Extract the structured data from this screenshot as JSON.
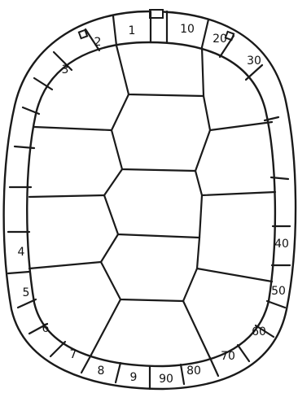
{
  "diagram": {
    "marginal_labels": [
      "1",
      "2",
      "3",
      "4",
      "5",
      "6",
      "7",
      "8",
      "9",
      "10",
      "20",
      "30",
      "40",
      "50",
      "60",
      "70",
      "80",
      "90"
    ]
  }
}
